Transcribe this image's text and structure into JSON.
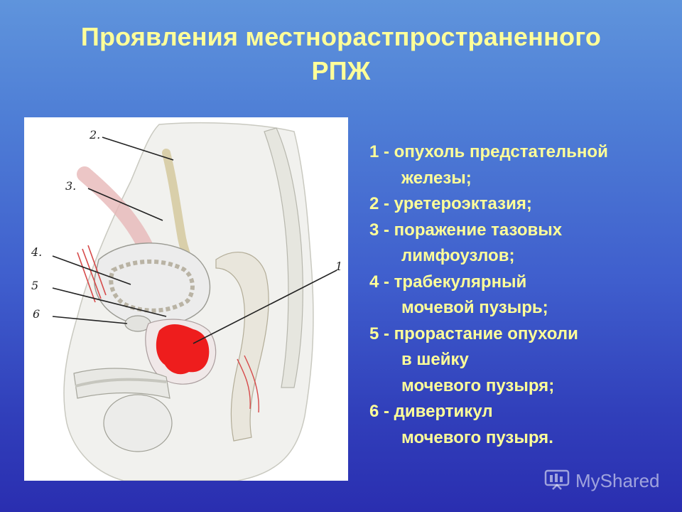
{
  "slide": {
    "title_line1": "Проявления местнорастпространенного",
    "title_line2": "РПЖ"
  },
  "figure": {
    "labels": [
      "2.",
      "3.",
      "4.",
      "5",
      "6",
      "1"
    ],
    "colors": {
      "tumor": "#ee1d1d",
      "vessels": "#d64a4a",
      "line": "#222222"
    }
  },
  "legend": {
    "items": [
      {
        "lines": [
          "1 - опухоль предстательной",
          "железы;"
        ]
      },
      {
        "lines": [
          "2 - уретероэктазия;"
        ]
      },
      {
        "lines": [
          "3 - поражение тазовых",
          "лимфоузлов;"
        ]
      },
      {
        "lines": [
          "4 - трабекулярный",
          "мочевой пузырь;"
        ]
      },
      {
        "lines": [
          "5 - прорастание опухоли",
          "в шейку",
          "мочевого пузыря;"
        ]
      },
      {
        "lines": [
          "6 - дивертикул",
          "мочевого пузыря."
        ]
      }
    ]
  },
  "watermark": {
    "text": "MyShared",
    "icon": "presentation-board-icon"
  },
  "colors": {
    "text_accent": "#ffff99",
    "background_top": "#5f94dc",
    "background_bottom": "#2a2eb0"
  }
}
